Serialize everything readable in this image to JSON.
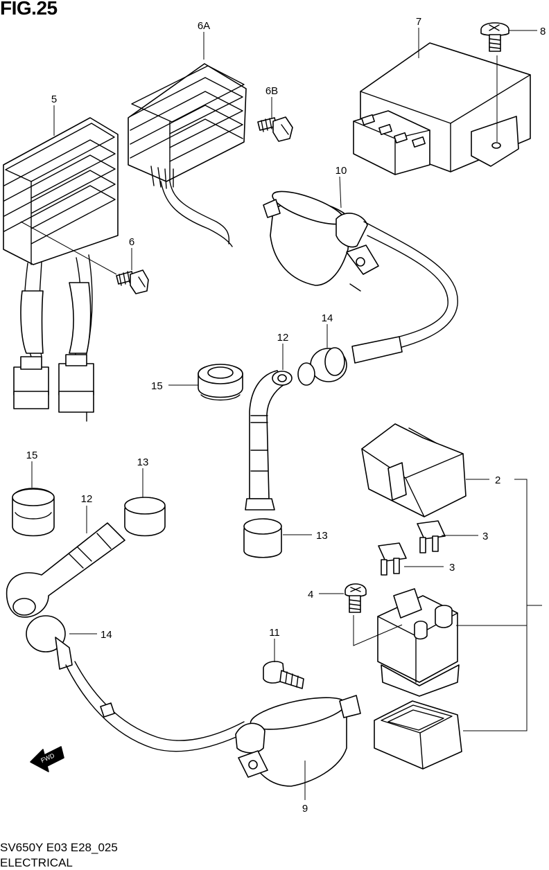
{
  "figure": {
    "title": "FIG.25",
    "model_code": "SV650Y E03 E28_025",
    "section": "ELECTRICAL"
  },
  "fwd_arrow": {
    "label": "FWD"
  },
  "callouts": [
    {
      "id": "c-6A",
      "label": "6A"
    },
    {
      "id": "c-7",
      "label": "7"
    },
    {
      "id": "c-8",
      "label": "8"
    },
    {
      "id": "c-5",
      "label": "5"
    },
    {
      "id": "c-6B",
      "label": "6B"
    },
    {
      "id": "c-10",
      "label": "10"
    },
    {
      "id": "c-6",
      "label": "6"
    },
    {
      "id": "c-14a",
      "label": "14"
    },
    {
      "id": "c-12a",
      "label": "12"
    },
    {
      "id": "c-15a",
      "label": "15"
    },
    {
      "id": "c-15b",
      "label": "15"
    },
    {
      "id": "c-13a",
      "label": "13"
    },
    {
      "id": "c-12b",
      "label": "12"
    },
    {
      "id": "c-2",
      "label": "2"
    },
    {
      "id": "c-13b",
      "label": "13"
    },
    {
      "id": "c-3a",
      "label": "3"
    },
    {
      "id": "c-3b",
      "label": "3"
    },
    {
      "id": "c-4",
      "label": "4"
    },
    {
      "id": "c-14b",
      "label": "14"
    },
    {
      "id": "c-11",
      "label": "11"
    },
    {
      "id": "c-9",
      "label": "9"
    }
  ]
}
